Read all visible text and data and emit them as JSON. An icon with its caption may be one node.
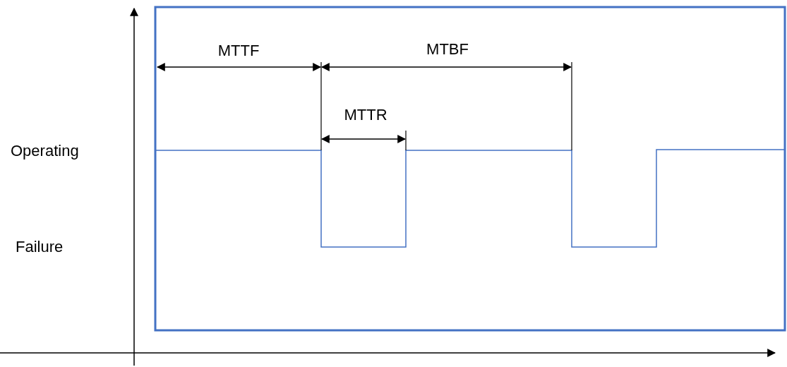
{
  "diagram": {
    "labels": [
      "MTTF",
      "MTBF",
      "MTTR",
      "Operating",
      "Failure"
    ]
  }
}
